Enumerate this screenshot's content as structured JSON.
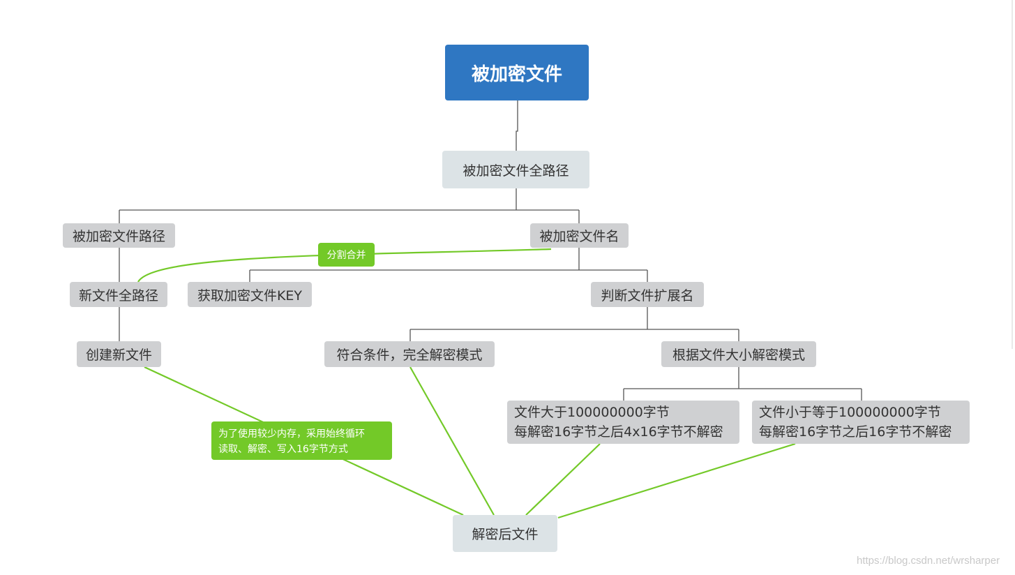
{
  "diagram": {
    "root": "被加密文件",
    "nodes": {
      "full_path": "被加密文件全路径",
      "dir_path": "被加密文件路径",
      "file_name": "被加密文件名",
      "new_full_path": "新文件全路径",
      "get_key": "获取加密文件KEY",
      "check_ext": "判断文件扩展名",
      "create_file": "创建新文件",
      "full_decrypt": "符合条件，完全解密模式",
      "size_mode": "根据文件大小解密模式",
      "large_file": [
        "文件大于100000000字节",
        "每解密16字节之后4x16字节不解密"
      ],
      "small_file": [
        "文件小于等于100000000字节",
        "每解密16字节之后16字节不解密"
      ],
      "decrypted_file": "解密后文件"
    },
    "edge_labels": {
      "split_merge": "分割合并",
      "loop_note": [
        "为了使用较少内存，采用始终循环",
        "读取、解密、写入16字节方式"
      ]
    },
    "colors": {
      "root_bg": "#2f77c2",
      "node_bg": "#cfd0d2",
      "light_node_bg": "#dce3e6",
      "accent_green": "#73c928",
      "tree_line": "#555555"
    }
  },
  "watermark": "https://blog.csdn.net/wrsharper"
}
